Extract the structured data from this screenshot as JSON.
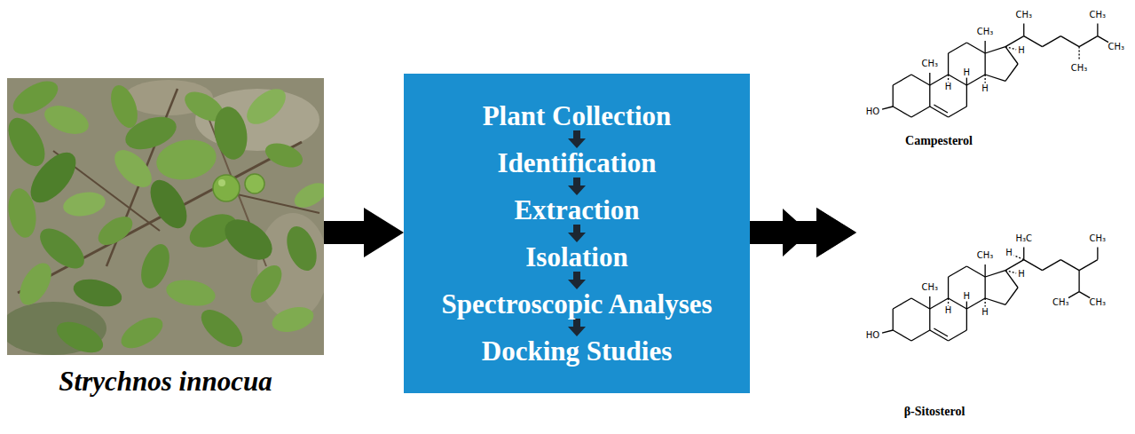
{
  "diagram": {
    "nodes": [
      {
        "text": [
          "Strychnos innocua"
        ]
      },
      {
        "text": [
          "Plant Collection",
          "Identification",
          "Extraction",
          "Isolation",
          "Spectroscopic Analyses",
          "Docking Studies"
        ]
      },
      {
        "text": [
          "Campesterol"
        ]
      },
      {
        "text": [
          "β-Sitosterol"
        ]
      }
    ],
    "edges": [
      {
        "from": 0,
        "to": 1,
        "arrow": "to"
      },
      {
        "from": 1,
        "to": 2,
        "arrow": "to"
      },
      {
        "from": 1,
        "to": 3,
        "arrow": "to"
      }
    ],
    "labels": [
      "CH₃",
      "CH₃",
      "CH₃",
      "CH₃",
      "CH₃",
      "CH₃",
      "H",
      "H",
      "H",
      "H",
      "HO",
      "CH₃",
      "CH₃",
      "H₃C",
      "CH₃",
      "CH₃",
      "CH₃",
      "H",
      "H",
      "H",
      "H",
      "H",
      "HO"
    ]
  }
}
